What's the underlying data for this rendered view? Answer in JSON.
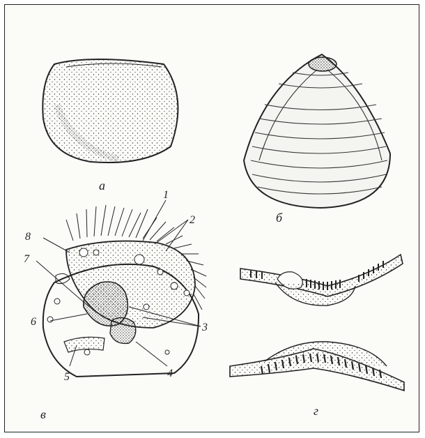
{
  "panel_labels": {
    "a": "а",
    "b": "б",
    "v": "в",
    "g": "г"
  },
  "callouts": [
    "1",
    "2",
    "3",
    "4",
    "5",
    "6",
    "7",
    "8"
  ],
  "colors": {
    "ink": "#222222",
    "paper": "#fbfbf8"
  }
}
